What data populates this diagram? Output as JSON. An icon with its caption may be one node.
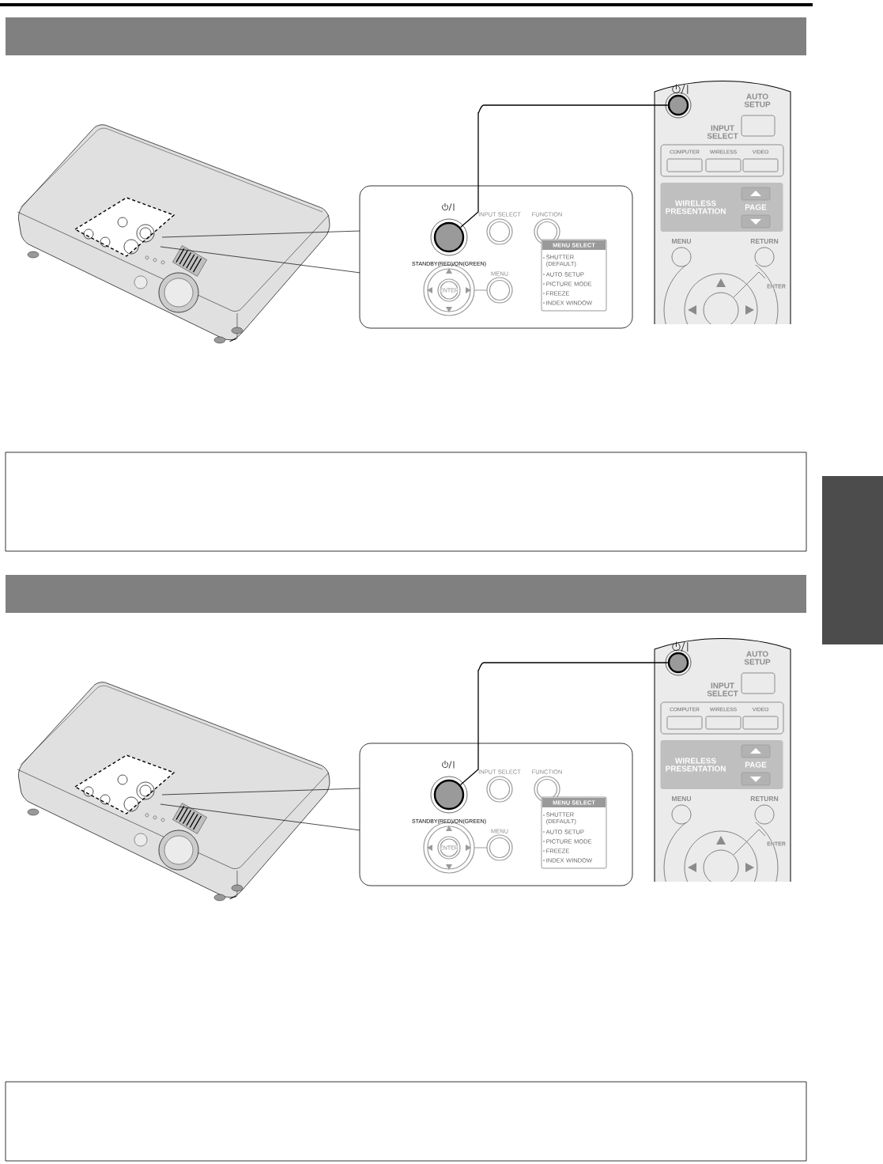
{
  "diagram": {
    "nodes": [
      {
        "text": [
          "STANDBY(RED)/ON(GREEN)",
          "INPUT SELECT",
          "FUNCTION",
          "ENTER",
          "MENU"
        ]
      },
      {
        "text": [],
        "shape": "circle",
        "in": 0
      },
      {
        "text": [
          "MENU SELECT",
          "SHUTTER (DEFAULT)",
          "AUTO SETUP",
          "PICTURE MODE",
          "FREEZE",
          "INDEX WINDOW"
        ],
        "in": 0
      },
      {
        "text": [
          "AUTO SETUP",
          "INPUT SELECT",
          "COMPUTER",
          "WIRELESS",
          "VIDEO",
          "MENU",
          "RETURN",
          "ENTER"
        ]
      },
      {
        "text": [],
        "shape": "circle",
        "in": 3
      },
      {
        "text": [
          "WIRELESS PRESENTATION",
          "PAGE"
        ],
        "in": 3
      },
      {
        "text": [
          "STANDBY(RED)/ON(GREEN)",
          "INPUT SELECT",
          "FUNCTION",
          "ENTER",
          "MENU"
        ]
      },
      {
        "text": [],
        "shape": "circle",
        "in": 6
      },
      {
        "text": [
          "MENU SELECT",
          "SHUTTER (DEFAULT)",
          "AUTO SETUP",
          "PICTURE MODE",
          "FREEZE",
          "INDEX WINDOW"
        ],
        "in": 6
      },
      {
        "text": [
          "AUTO SETUP",
          "INPUT SELECT",
          "COMPUTER",
          "WIRELESS",
          "VIDEO",
          "MENU",
          "RETURN",
          "ENTER"
        ]
      },
      {
        "text": [],
        "shape": "circle",
        "in": 9
      },
      {
        "text": [
          "WIRELESS PRESENTATION",
          "PAGE"
        ],
        "in": 9
      },
      {
        "text": [],
        "shape": "box"
      },
      {
        "text": [],
        "shape": "box"
      },
      {
        "text": [],
        "shape": "box"
      }
    ],
    "edges": [
      {
        "from": 4,
        "to": 1,
        "arrow": "none"
      },
      {
        "from": 10,
        "to": 7,
        "arrow": "none"
      }
    ]
  }
}
